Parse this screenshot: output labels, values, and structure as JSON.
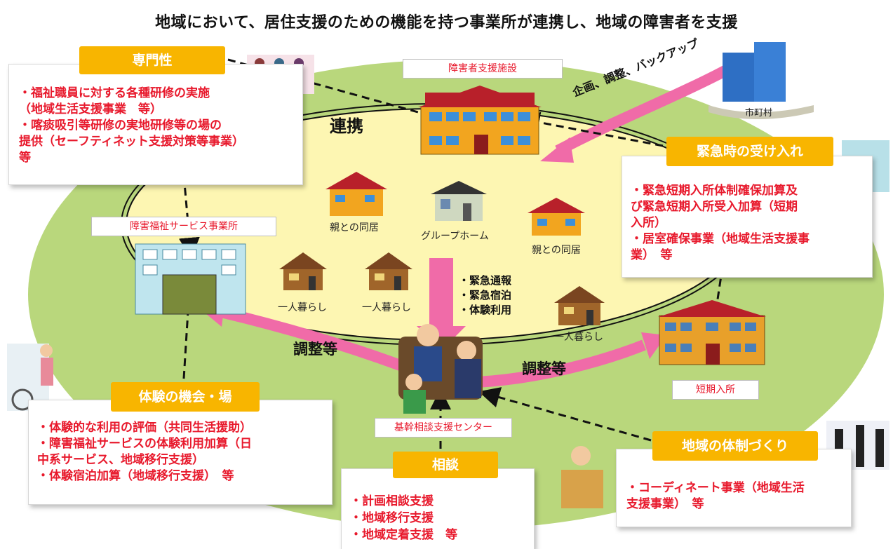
{
  "title": "地域において、居住支援のための機能を持つ事業所が連携し、地域の障害者を支援",
  "nodes": {
    "senmonsei": {
      "tag": "専門性",
      "lines": [
        "・福祉職員に対する各種研修の実施",
        "（地域生活支援事業　等）",
        "・喀痰吸引等研修の実地研修等の場の",
        "提供（セーフティネット支援対策等事業）",
        "等"
      ]
    },
    "shien_shisetsu": "障害者支援施設",
    "shichoson": "市町村",
    "kinkyu": {
      "tag": "緊急時の受け入れ",
      "lines": [
        "・緊急短期入所体制確保加算及",
        "び緊急短期入所受入加算（短期",
        "入所）",
        "・居室確保事業（地域生活支援事",
        "業）　等"
      ]
    },
    "service_jigyosho": "障害福祉サービス事業所",
    "taiken": {
      "tag": "体験の機会・場",
      "lines": [
        "・体験的な利用の評価（共同生活援助）",
        "・障害福祉サービスの体験利用加算（日",
        "中系サービス、地域移行支援）",
        "・体験宿泊加算（地域移行支援）　等"
      ]
    },
    "kikan_center": "基幹相談支援センター",
    "sodan": {
      "tag": "相談",
      "lines": [
        "・計画相談支援",
        "・地域移行支援",
        "・地域定着支援　等"
      ]
    },
    "taisei": {
      "tag": "地域の体制づくり",
      "lines": [
        "・コーディネート事業（地域生活",
        "支援事業）　等"
      ]
    },
    "tanki": "短期入所"
  },
  "homes": {
    "oya1": "親との同居",
    "group": "グループホーム",
    "oya2": "親との同居",
    "hitori1": "一人暮らし",
    "hitori2": "一人暮らし",
    "hitori3": "一人暮らし"
  },
  "flow_labels": {
    "renkei": "連携",
    "kikaku": "企画、調整、バックアップ",
    "chosei_left": "調整等",
    "chosei_right": "調整等",
    "emergency": [
      "・緊急通報",
      "・緊急宿泊",
      "・体験利用"
    ]
  },
  "colors": {
    "ellipse": "#b9d77c",
    "inner": "#fdf6b2",
    "tag": "#f8b500",
    "red_text": "#e8192c",
    "pink_arrow": "#f06ba8"
  }
}
